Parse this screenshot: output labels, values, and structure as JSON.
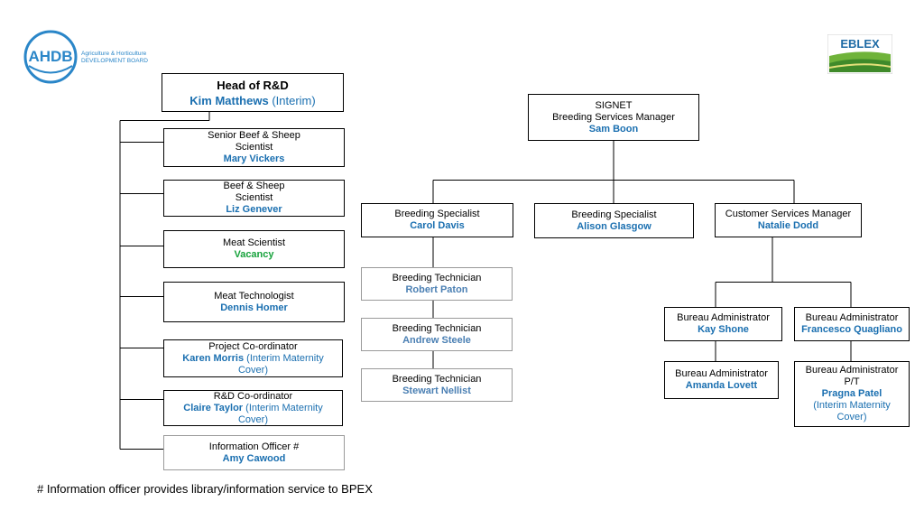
{
  "logos": {
    "ahdb_text": "AHDB",
    "ahdb_line1": "Agriculture & Horticulture",
    "ahdb_line2": "DEVELOPMENT BOARD",
    "eblex_text": "EBLEX"
  },
  "colors": {
    "name": "#1a6fb0",
    "vacancy": "#17a23c",
    "border": "#000000",
    "grey_border": "#9a9a9a"
  },
  "head": {
    "title": "Head of R&D",
    "name": "Kim Matthews",
    "note": "(Interim)"
  },
  "rd_staff": [
    {
      "role": "Senior Beef & Sheep Scientist",
      "name": "Mary Vickers"
    },
    {
      "role": "Beef & Sheep Scientist",
      "name": "Liz Genever"
    },
    {
      "role": "Meat Scientist",
      "name": "Vacancy"
    },
    {
      "role": "Meat Technologist",
      "name": "Dennis Homer"
    },
    {
      "role": "Project Co-ordinator",
      "name": "Karen Morris",
      "note": "(Interim Maternity Cover)"
    },
    {
      "role": "R&D Co-ordinator",
      "name": "Claire Taylor",
      "note": "(Interim Maternity Cover)"
    },
    {
      "role": "Information Officer #",
      "name": "Amy Cawood"
    }
  ],
  "signet": {
    "line1": "SIGNET",
    "line2": "Breeding Services Manager",
    "name": "Sam Boon"
  },
  "specialists": [
    {
      "role": "Breeding Specialist",
      "name": "Carol Davis"
    },
    {
      "role": "Breeding Specialist",
      "name": "Alison Glasgow"
    },
    {
      "role": "Customer Services Manager",
      "name": "Natalie Dodd"
    }
  ],
  "technicians": [
    {
      "role": "Breeding Technician",
      "name": "Robert Paton"
    },
    {
      "role": "Breeding Technician",
      "name": "Andrew Steele"
    },
    {
      "role": "Breeding Technician",
      "name": "Stewart Nellist"
    }
  ],
  "bureau": [
    {
      "role": "Bureau Administrator",
      "name": "Kay Shone"
    },
    {
      "role": "Bureau Administrator",
      "name": "Francesco Quagliano"
    },
    {
      "role": "Bureau Administrator",
      "name": "Amanda Lovett"
    },
    {
      "role": "Bureau Administrator",
      "role2": "P/T",
      "name": "Pragna Patel",
      "note": "(Interim Maternity Cover)"
    }
  ],
  "footnote": "# Information officer provides library/information service to BPEX"
}
